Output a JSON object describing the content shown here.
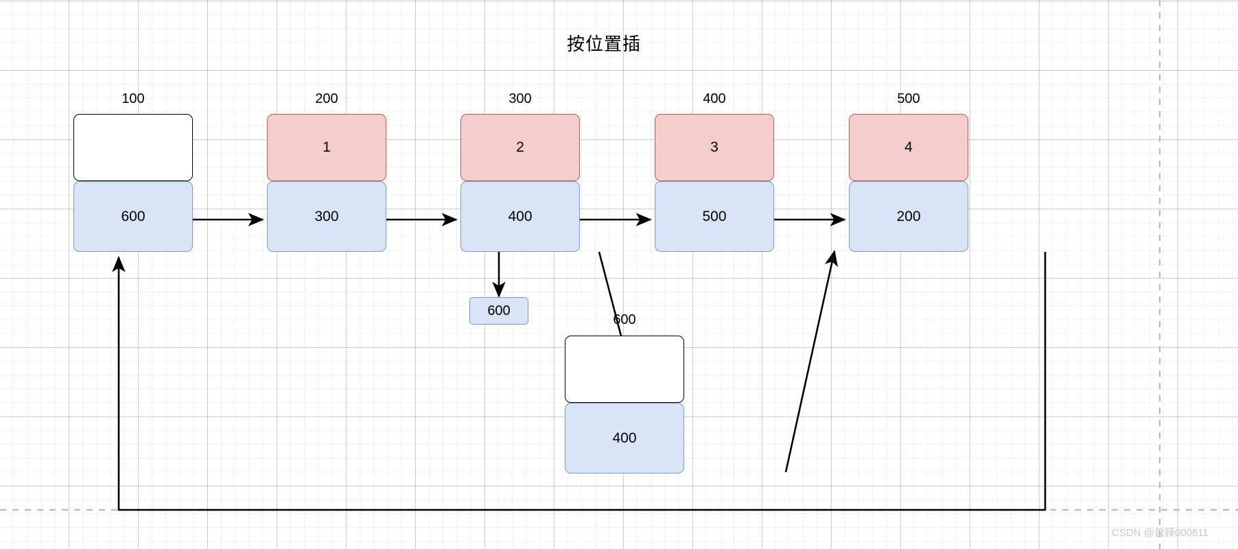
{
  "diagram": {
    "title": "按位置插",
    "watermark": "CSDN @曾铎000811",
    "colors": {
      "header_fill": "#f4cecc",
      "header_stroke": "#b75b53",
      "value_fill": "#dae4f7",
      "value_stroke": "#7b9ac8",
      "empty_fill": "#ffffff",
      "empty_stroke": "#000000",
      "edge": "#000000",
      "grid_minor": "#eeeeee",
      "grid_major": "#d6d6d6"
    },
    "chain_nodes": [
      {
        "address": "100",
        "header": "",
        "value": "600",
        "header_style": "empty"
      },
      {
        "address": "200",
        "header": "1",
        "value": "300",
        "header_style": "pink"
      },
      {
        "address": "300",
        "header": "2",
        "value": "400",
        "header_style": "pink"
      },
      {
        "address": "400",
        "header": "3",
        "value": "500",
        "header_style": "pink"
      },
      {
        "address": "500",
        "header": "4",
        "value": "200",
        "header_style": "pink"
      }
    ],
    "small_box": {
      "value": "600"
    },
    "new_node": {
      "address": "600",
      "header": "",
      "value": "400",
      "header_style": "empty"
    },
    "edges": [
      {
        "from": "node-100",
        "to": "node-200",
        "kind": "straight-right"
      },
      {
        "from": "node-200",
        "to": "node-300",
        "kind": "straight-right"
      },
      {
        "from": "node-300",
        "to": "node-400",
        "kind": "straight-right"
      },
      {
        "from": "node-400",
        "to": "node-500",
        "kind": "straight-right"
      },
      {
        "from": "node-300",
        "to": "small-box-600",
        "kind": "down"
      },
      {
        "from": "node-300",
        "to": "new-node-600",
        "kind": "diagonal-down"
      },
      {
        "from": "new-node-600",
        "to": "node-400",
        "kind": "diagonal-up"
      },
      {
        "from": "node-500",
        "to": "node-100",
        "kind": "feedback-loop"
      }
    ]
  }
}
